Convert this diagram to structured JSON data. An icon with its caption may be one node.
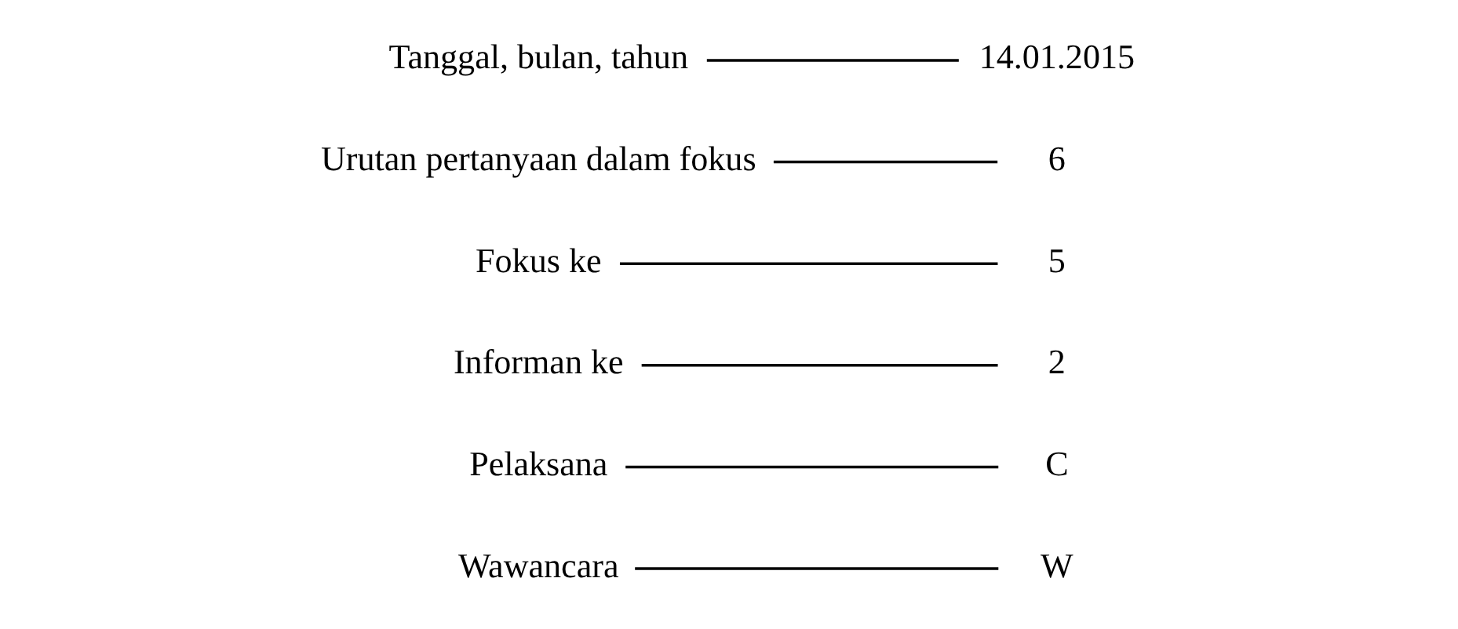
{
  "diagram": {
    "nodes": [
      {
        "text": [
          "W"
        ]
      },
      {
        "text": [
          "C"
        ]
      },
      {
        "text": [
          "2"
        ]
      },
      {
        "text": [
          "5"
        ]
      },
      {
        "text": [
          "6"
        ]
      },
      {
        "text": [
          "14.01.2015"
        ]
      },
      {
        "text": [
          "Wawancara"
        ]
      },
      {
        "text": [
          "Pelaksana"
        ]
      },
      {
        "text": [
          "Informan ke"
        ]
      },
      {
        "text": [
          "Fokus ke"
        ]
      },
      {
        "text": [
          "Urutan pertanyaan dalam fokus"
        ]
      },
      {
        "text": [
          "Tanggal, bulan, tahun"
        ]
      }
    ],
    "edges": [
      {
        "from": 6,
        "to": 0,
        "arrow": "none"
      },
      {
        "from": 7,
        "to": 1,
        "arrow": "none"
      },
      {
        "from": 8,
        "to": 2,
        "arrow": "none"
      },
      {
        "from": 9,
        "to": 3,
        "arrow": "none"
      },
      {
        "from": 10,
        "to": 4,
        "arrow": "none"
      },
      {
        "from": 11,
        "to": 5,
        "arrow": "none"
      }
    ]
  }
}
